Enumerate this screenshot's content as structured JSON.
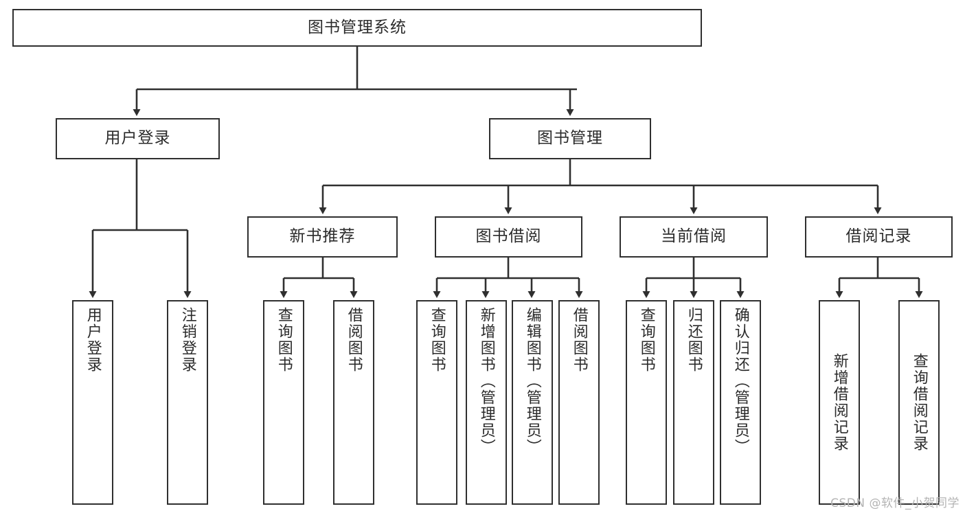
{
  "diagram": {
    "title": "图书管理系统",
    "type": "hierarchy-tree",
    "root": {
      "label": "图书管理系统"
    },
    "level2": [
      {
        "label": "用户登录"
      },
      {
        "label": "图书管理"
      }
    ],
    "level3": [
      {
        "label": "新书推荐",
        "parent": "图书管理"
      },
      {
        "label": "图书借阅",
        "parent": "图书管理"
      },
      {
        "label": "当前借阅",
        "parent": "图书管理"
      },
      {
        "label": "借阅记录",
        "parent": "图书管理"
      }
    ],
    "leaves": {
      "user_login": [
        {
          "label": "用户登录"
        },
        {
          "label": "注销登录"
        }
      ],
      "new_book_rec": [
        {
          "label": "查询图书"
        },
        {
          "label": "借阅图书"
        }
      ],
      "book_borrow": [
        {
          "label": "查询图书"
        },
        {
          "label": "新增图书（管理员）"
        },
        {
          "label": "编辑图书（管理员）"
        },
        {
          "label": "借阅图书"
        }
      ],
      "current_borrow": [
        {
          "label": "查询图书"
        },
        {
          "label": "归还图书"
        },
        {
          "label": "确认归还（管理员）"
        }
      ],
      "borrow_record": [
        {
          "label": "新增借阅记录"
        },
        {
          "label": "查询借阅记录"
        }
      ]
    }
  },
  "watermark": {
    "text": "CSDN @软件_小贺同学"
  },
  "colors": {
    "stroke": "#2f2f2f",
    "text": "#2b2b2b",
    "background": "#ffffff",
    "watermark": "#b4b4b4"
  }
}
